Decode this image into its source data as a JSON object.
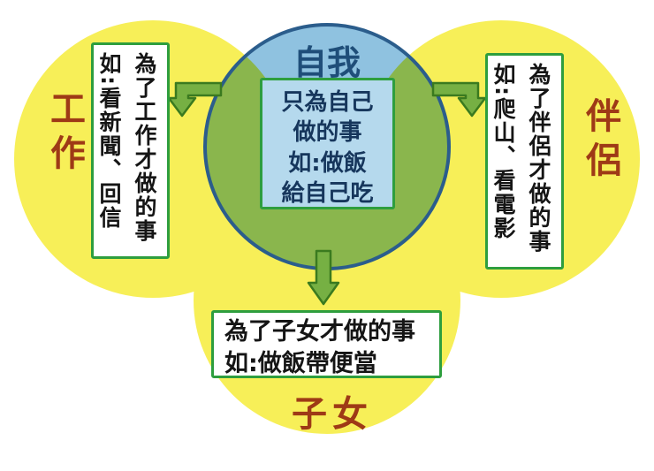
{
  "diagram": {
    "self": {
      "label": "自我",
      "note": "只為自己\n做的事\n如:做飯\n給自己吃"
    },
    "work": {
      "label": "工作",
      "note": "為了工作才做的事\n如:看新聞、回信"
    },
    "partner": {
      "label": "伴侶",
      "note": "為了伴侶才做的事\n如:爬山、看電影"
    },
    "children": {
      "label": "子女",
      "note": "為了子女才做的事\n如:做飯帶便當"
    }
  },
  "colors": {
    "circle_yellow": "#f7ef58",
    "circle_blue": "#8fc2e0",
    "circle_blue_border": "#2b5d8c",
    "overlap_green": "#8ab54f",
    "note_border_green": "#2e9e3e",
    "center_note_bg": "#b5d9ed",
    "arrow_fill": "#76b043",
    "arrow_border": "#3a7a1f",
    "label_brown": "#9e3a16",
    "label_navy": "#1f4e79"
  }
}
